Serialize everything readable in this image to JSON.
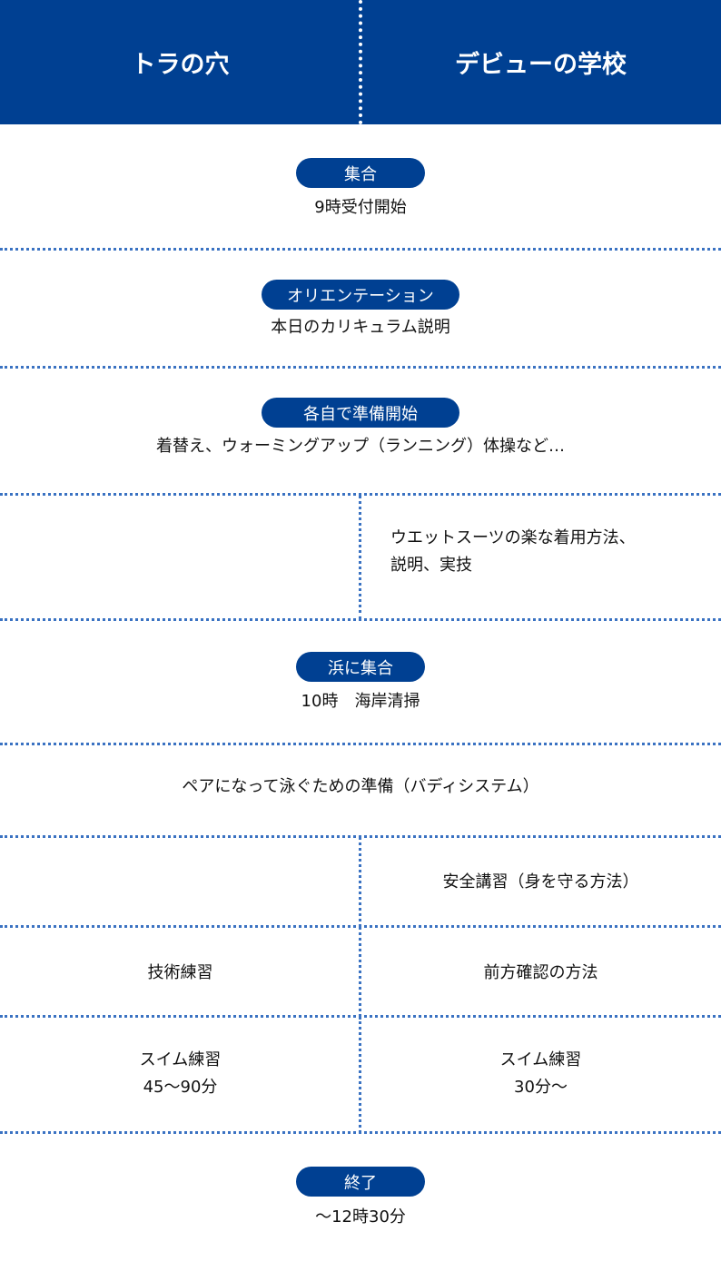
{
  "header": {
    "left": "トラの穴",
    "right": "デビューの学校"
  },
  "rows": [
    {
      "badge": "集合",
      "text": "9時受付開始"
    },
    {
      "badge": "オリエンテーション",
      "text": "本日のカリキュラム説明"
    },
    {
      "badge": "各自で準備開始",
      "text": "着替え、ウォーミングアップ（ランニング）体操など…"
    },
    {
      "left": "",
      "right_line1": "ウエットスーツの楽な着用方法、",
      "right_line2": "説明、実技"
    },
    {
      "badge": "浜に集合",
      "text": "10時　海岸清掃"
    },
    {
      "text": "ペアになって泳ぐための準備（バディシステム）"
    },
    {
      "left": "",
      "right": "安全講習（身を守る方法）"
    },
    {
      "left": "技術練習",
      "right": "前方確認の方法"
    },
    {
      "left_line1": "スイム練習",
      "left_line2": "45〜90分",
      "right_line1": "スイム練習",
      "right_line2": "30分〜"
    },
    {
      "badge": "終了",
      "text": "〜12時30分"
    }
  ],
  "colors": {
    "primary": "#004092",
    "divider": "#3a72c2"
  }
}
